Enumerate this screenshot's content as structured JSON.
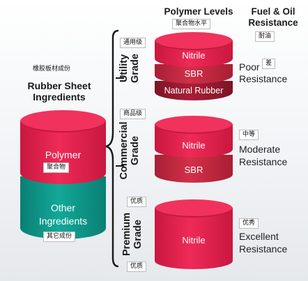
{
  "headers": {
    "polymer_levels": "Polymer Levels",
    "polymer_levels_cn": "聚合物水平",
    "fuel_oil_line1": "Fuel & Oil",
    "fuel_oil_line2": "Resistance",
    "fuel_oil_cn": "耐油"
  },
  "ingredients": {
    "cn_title": "橡胶板材成份",
    "title_line1": "Rubber Sheet",
    "title_line2": "Ingredients",
    "polymer": "Polymer",
    "polymer_cn": "聚合物",
    "other_line1": "Other",
    "other_line2": "Ingredients",
    "other_cn": "其它成份"
  },
  "grades": {
    "utility": {
      "line1": "Utility",
      "line2": "Grade",
      "cn": "通用级",
      "layers": [
        "Nitrile",
        "SBR",
        "Natural Rubber"
      ],
      "resistance_line1": "Poor",
      "resistance_line2": "Resistance",
      "resistance_cn": "差"
    },
    "commercial": {
      "line1": "Commercial",
      "line2": "Grade",
      "cn": "商品级",
      "layers": [
        "Nitrile",
        "SBR"
      ],
      "resistance_line1": "Moderate",
      "resistance_line2": "Resistance",
      "resistance_cn": "中等"
    },
    "premium": {
      "line1": "Premium",
      "line2": "Grade",
      "cn_top": "优质",
      "cn_bottom": "优质",
      "layers": [
        "Nitrile"
      ],
      "resistance_line1": "Excellent",
      "resistance_line2": "Resistance",
      "resistance_cn": "优秀"
    }
  },
  "colors": {
    "polymer_red": "#e8204f",
    "sbr_red": "#cf2a43",
    "natural_rubber": "#a31d33",
    "teal": "#0f9a8c",
    "bracket": "#1a1a1a"
  }
}
